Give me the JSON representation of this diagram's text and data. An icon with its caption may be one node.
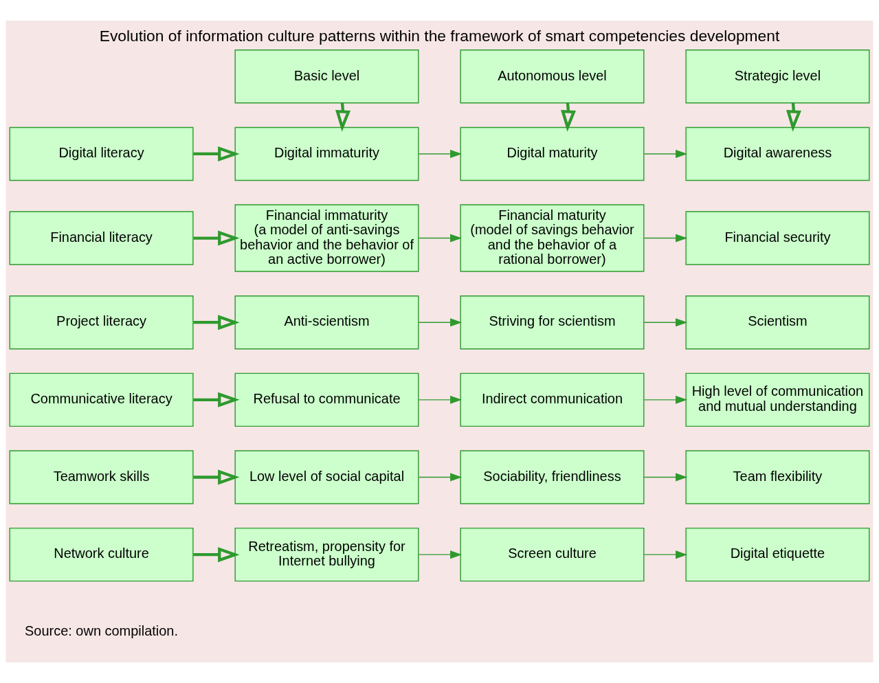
{
  "diagram": {
    "title": "Evolution of information culture patterns within the framework of smart competencies development",
    "caption": "Source: own compilation.",
    "nodes": [
      {
        "text": [
          "Basic level"
        ]
      },
      {
        "text": [
          "Autonomous level"
        ]
      },
      {
        "text": [
          "Strategic level"
        ]
      },
      {
        "text": [
          "Digital literacy"
        ]
      },
      {
        "text": [
          "Digital immaturity"
        ]
      },
      {
        "text": [
          "Digital maturity"
        ]
      },
      {
        "text": [
          "Digital awareness"
        ]
      },
      {
        "text": [
          "Financial literacy"
        ]
      },
      {
        "text": [
          "Financial immaturity",
          "(a model of anti-savings behavior and the behavior of an active borrower)"
        ]
      },
      {
        "text": [
          "Financial maturity",
          "(model of savings behavior and the behavior of a rational borrower)"
        ]
      },
      {
        "text": [
          "Financial security"
        ]
      },
      {
        "text": [
          "Project literacy"
        ]
      },
      {
        "text": [
          "Anti-scientism"
        ]
      },
      {
        "text": [
          "Striving for scientism"
        ]
      },
      {
        "text": [
          "Scientism"
        ]
      },
      {
        "text": [
          "Communicative literacy"
        ]
      },
      {
        "text": [
          "Refusal to communicate"
        ]
      },
      {
        "text": [
          "Indirect communication"
        ]
      },
      {
        "text": [
          "High level of communication and mutual understanding"
        ]
      },
      {
        "text": [
          "Teamwork skills"
        ]
      },
      {
        "text": [
          "Low level of social capital"
        ]
      },
      {
        "text": [
          "Sociability, friendliness"
        ]
      },
      {
        "text": [
          "Team flexibility"
        ]
      },
      {
        "text": [
          "Network culture"
        ]
      },
      {
        "text": [
          "Retreatism, propensity for Internet bullying"
        ]
      },
      {
        "text": [
          "Screen culture"
        ]
      },
      {
        "text": [
          "Digital etiquette"
        ]
      }
    ],
    "edges": [
      {
        "from": 0,
        "to": 4,
        "arrow": "to",
        "style": "thick"
      },
      {
        "from": 1,
        "to": 5,
        "arrow": "to",
        "style": "thick"
      },
      {
        "from": 2,
        "to": 6,
        "arrow": "to",
        "style": "thick"
      },
      {
        "from": 3,
        "to": 4,
        "arrow": "to",
        "style": "thick"
      },
      {
        "from": 4,
        "to": 5,
        "arrow": "to"
      },
      {
        "from": 5,
        "to": 6,
        "arrow": "to"
      },
      {
        "from": 7,
        "to": 8,
        "arrow": "to",
        "style": "thick"
      },
      {
        "from": 8,
        "to": 9,
        "arrow": "to"
      },
      {
        "from": 9,
        "to": 10,
        "arrow": "to"
      },
      {
        "from": 11,
        "to": 12,
        "arrow": "to",
        "style": "thick"
      },
      {
        "from": 12,
        "to": 13,
        "arrow": "to"
      },
      {
        "from": 13,
        "to": 14,
        "arrow": "to"
      },
      {
        "from": 15,
        "to": 16,
        "arrow": "to",
        "style": "thick"
      },
      {
        "from": 16,
        "to": 17,
        "arrow": "to"
      },
      {
        "from": 17,
        "to": 18,
        "arrow": "to"
      },
      {
        "from": 19,
        "to": 20,
        "arrow": "to",
        "style": "thick"
      },
      {
        "from": 20,
        "to": 21,
        "arrow": "to"
      },
      {
        "from": 21,
        "to": 22,
        "arrow": "to"
      },
      {
        "from": 23,
        "to": 24,
        "arrow": "to",
        "style": "thick"
      },
      {
        "from": 24,
        "to": 25,
        "arrow": "to"
      },
      {
        "from": 25,
        "to": 26,
        "arrow": "to"
      }
    ]
  }
}
